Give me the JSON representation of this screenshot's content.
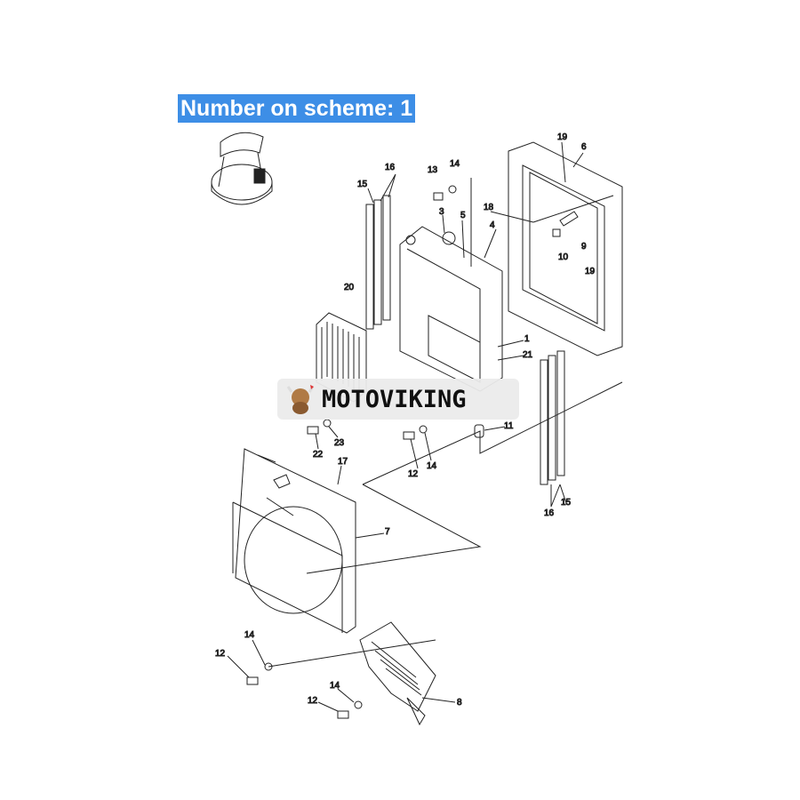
{
  "banner": "Number on scheme: 1",
  "watermark": "MOTOVIKING",
  "labels": [
    "19",
    "6",
    "16",
    "15",
    "13",
    "14",
    "3",
    "5",
    "18",
    "4",
    "9",
    "10",
    "19",
    "20",
    "1",
    "21",
    "11",
    "22",
    "23",
    "12",
    "14",
    "17",
    "7",
    "16",
    "15",
    "14",
    "12",
    "14",
    "12",
    "8"
  ],
  "colors": {
    "banner_bg": "#3d8ee6",
    "line": "#222222"
  }
}
